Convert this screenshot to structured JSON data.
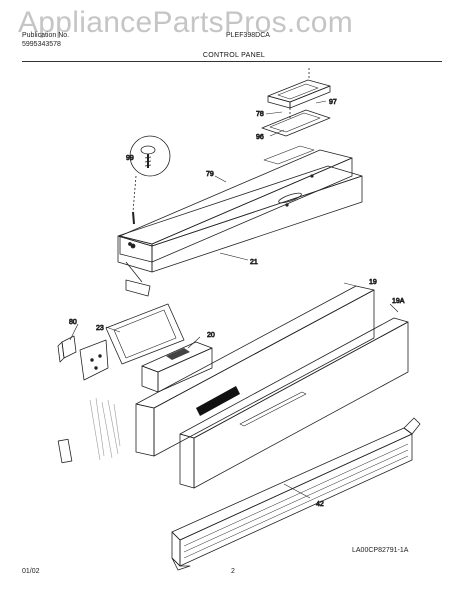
{
  "watermark": "AppliancePartsPros.com",
  "header": {
    "publication_label": "Publication No.",
    "publication_number": "5995343578",
    "model": "PLEF398DCA"
  },
  "title": "CONTROL PANEL",
  "callouts": {
    "c99": "99",
    "c78": "78",
    "c97": "97",
    "c96": "96",
    "c79": "79",
    "c21": "21",
    "c80": "80",
    "c23": "23",
    "c20": "20",
    "c19": "19",
    "c19a": "19A",
    "c42": "42"
  },
  "footer": {
    "date": "01/02",
    "page": "2",
    "code": "LA00CP82791-1A"
  }
}
